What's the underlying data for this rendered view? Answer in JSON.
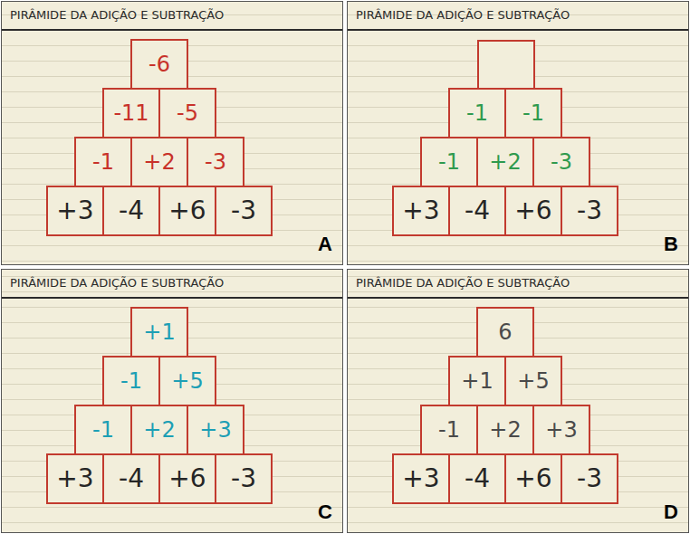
{
  "diagram": {
    "nodes": [
      {
        "text": [
          "PIRÂMIDE DA ADIÇÃO E SUBTRAÇÃO",
          "A"
        ]
      },
      {
        "text": [
          "-6"
        ],
        "in": 0
      },
      {
        "text": [
          "-11"
        ],
        "in": 0
      },
      {
        "text": [
          "-5"
        ],
        "in": 0
      },
      {
        "text": [
          "-1"
        ],
        "in": 0
      },
      {
        "text": [
          "+2"
        ],
        "in": 0
      },
      {
        "text": [
          "-3"
        ],
        "in": 0
      },
      {
        "text": [
          "+3"
        ],
        "in": 0
      },
      {
        "text": [
          "-4"
        ],
        "in": 0
      },
      {
        "text": [
          "+6"
        ],
        "in": 0
      },
      {
        "text": [
          "-3"
        ],
        "in": 0
      },
      {
        "text": [
          "PIRÂMIDE DA ADIÇÃO E SUBTRAÇÃO",
          "B"
        ]
      },
      {
        "text": [
          "-1"
        ],
        "in": 11
      },
      {
        "text": [
          "-1"
        ],
        "in": 11
      },
      {
        "text": [
          "-1"
        ],
        "in": 11
      },
      {
        "text": [
          "+2"
        ],
        "in": 11
      },
      {
        "text": [
          "-3"
        ],
        "in": 11
      },
      {
        "text": [
          "+3"
        ],
        "in": 11
      },
      {
        "text": [
          "-4"
        ],
        "in": 11
      },
      {
        "text": [
          "+6"
        ],
        "in": 11
      },
      {
        "text": [
          "-3"
        ],
        "in": 11
      },
      {
        "text": [
          "PIRÂMIDE DA ADIÇÃO E SUBTRAÇÃO",
          "C"
        ]
      },
      {
        "text": [
          "+1"
        ],
        "in": 21
      },
      {
        "text": [
          "-1"
        ],
        "in": 21
      },
      {
        "text": [
          "+5"
        ],
        "in": 21
      },
      {
        "text": [
          "-1"
        ],
        "in": 21
      },
      {
        "text": [
          "+2"
        ],
        "in": 21
      },
      {
        "text": [
          "+3"
        ],
        "in": 21
      },
      {
        "text": [
          "+3"
        ],
        "in": 21
      },
      {
        "text": [
          "-4"
        ],
        "in": 21
      },
      {
        "text": [
          "+6"
        ],
        "in": 21
      },
      {
        "text": [
          "-3"
        ],
        "in": 21
      },
      {
        "text": [
          "PIRÂMIDE DA ADIÇÃO E SUBTRAÇÃO",
          "D"
        ]
      },
      {
        "text": [
          "6"
        ],
        "in": 32
      },
      {
        "text": [
          "+1"
        ],
        "in": 32
      },
      {
        "text": [
          "+5"
        ],
        "in": 32
      },
      {
        "text": [
          "-1"
        ],
        "in": 32
      },
      {
        "text": [
          "+2"
        ],
        "in": 32
      },
      {
        "text": [
          "+3"
        ],
        "in": 32
      },
      {
        "text": [
          "+3"
        ],
        "in": 32
      },
      {
        "text": [
          "-4"
        ],
        "in": 32
      },
      {
        "text": [
          "+6"
        ],
        "in": 32
      },
      {
        "text": [
          "-3"
        ],
        "in": 32
      }
    ]
  }
}
